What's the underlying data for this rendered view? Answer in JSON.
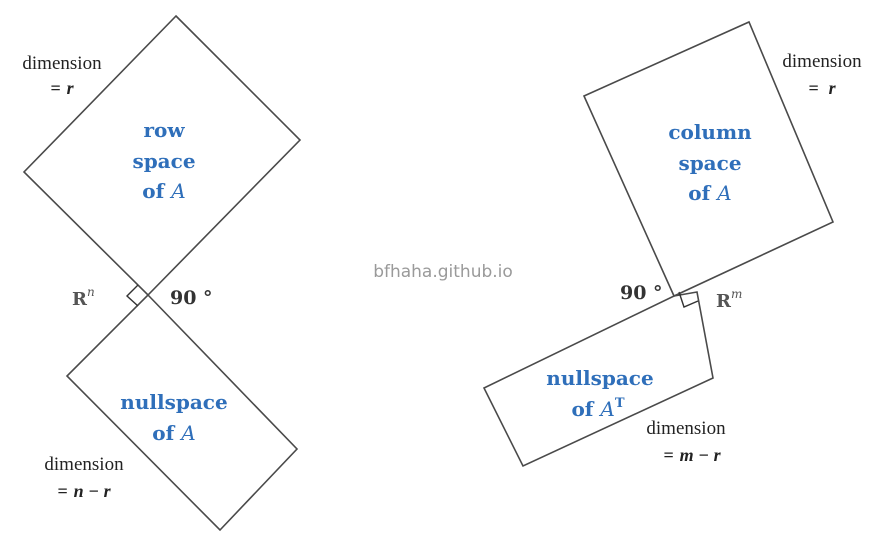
{
  "left": {
    "top_box": {
      "line1": "row",
      "line2": "space",
      "line3_word": "of",
      "line3_var": "A"
    },
    "bottom_box": {
      "line1": "nullspace",
      "line2_word": "of",
      "line2_var": "A"
    },
    "top_dimension": {
      "word": "dimension",
      "equals": "=",
      "value": "r"
    },
    "bottom_dimension": {
      "word": "dimension",
      "equals": "=",
      "value": "n − r"
    },
    "space_label": {
      "symbol": "R",
      "exponent": "n"
    },
    "angle": "90 °"
  },
  "right": {
    "top_box": {
      "line1": "column",
      "line2": "space",
      "line3_word": "of",
      "line3_var": "A"
    },
    "bottom_box": {
      "line1": "nullspace",
      "line2_word": "of",
      "line2_var": "A",
      "line2_sup": "T"
    },
    "top_dimension": {
      "word": "dimension",
      "equals": "=",
      "value": "r"
    },
    "bottom_dimension": {
      "word": "dimension",
      "equals": "=",
      "value": "m − r"
    },
    "space_label": {
      "symbol": "R",
      "exponent": "m"
    },
    "angle": "90 °"
  },
  "watermark": "bfhaha.github.io"
}
